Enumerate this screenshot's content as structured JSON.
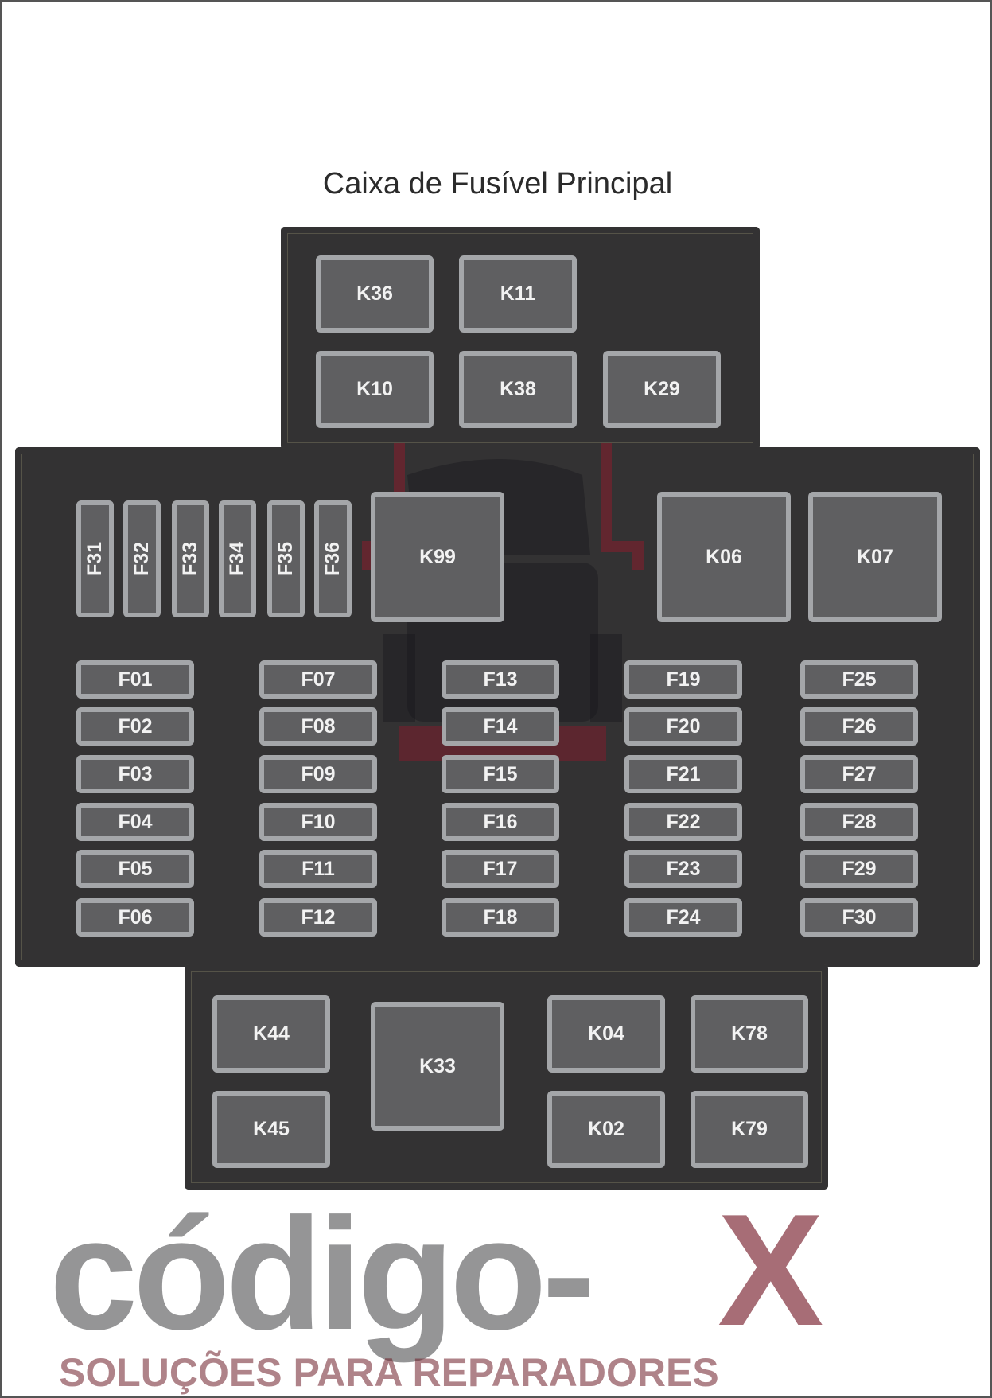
{
  "title": "Caixa de Fusível Principal",
  "watermark": {
    "brand": "código-X",
    "brand_main": "código-",
    "brand_x": "X",
    "tagline": "SOLUÇÕES PARA REPARADORES"
  },
  "top_block": {
    "relays": [
      "K36",
      "K11",
      "K10",
      "K38",
      "K29"
    ]
  },
  "main_block": {
    "vertical_fuses": [
      "F31",
      "F32",
      "F33",
      "F34",
      "F35",
      "F36"
    ],
    "relays": [
      "K99",
      "K06",
      "K07"
    ],
    "fuse_columns": [
      [
        "F01",
        "F02",
        "F03",
        "F04",
        "F05",
        "F06"
      ],
      [
        "F07",
        "F08",
        "F09",
        "F10",
        "F11",
        "F12"
      ],
      [
        "F13",
        "F14",
        "F15",
        "F16",
        "F17",
        "F18"
      ],
      [
        "F19",
        "F20",
        "F21",
        "F22",
        "F23",
        "F24"
      ],
      [
        "F25",
        "F26",
        "F27",
        "F28",
        "F29",
        "F30"
      ]
    ]
  },
  "bottom_block": {
    "relays": [
      "K44",
      "K45",
      "K33",
      "K04",
      "K78",
      "K02",
      "K79"
    ]
  }
}
